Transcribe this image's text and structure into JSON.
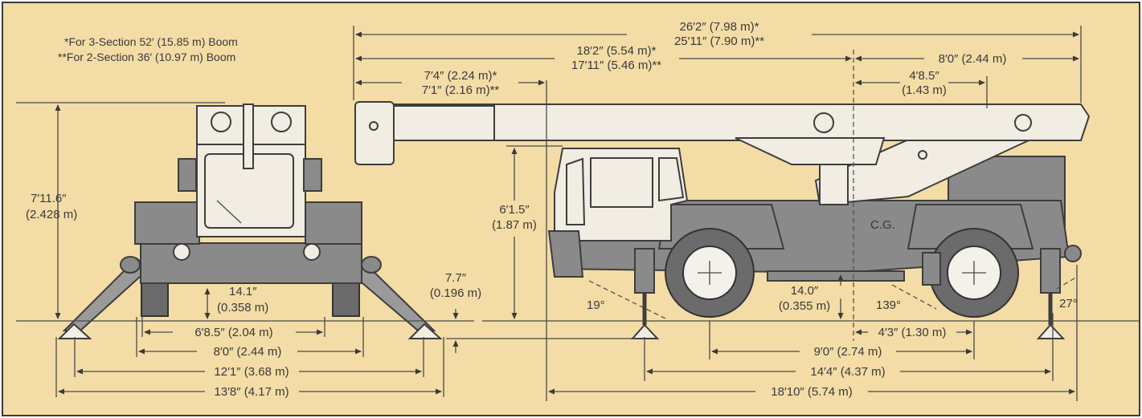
{
  "colors": {
    "background": "#f3dca6",
    "border": "#3a3a3a",
    "ink": "#3a3a3a",
    "machine_dark": "#8a8a8a",
    "machine_light": "#f1ede3"
  },
  "notes": {
    "three_section": "*For 3-Section 52′ (15.85 m) Boom",
    "two_section": "**For 2-Section 36′ (10.97 m) Boom"
  },
  "front_view": {
    "overall_height": {
      "imperial": "7′11.6″",
      "metric": "(2.428 m)"
    },
    "ground_clearance": {
      "imperial": "14.1″",
      "metric": "(0.358 m)"
    },
    "track_inner": "6′8.5″ (2.04 m)",
    "track_outer": "8′0″ (2.44 m)",
    "outrigger_spread": "12′1″ (3.68 m)",
    "outrigger_overall": "13′8″ (4.17 m)"
  },
  "side_view": {
    "overall_length_boom": {
      "line1": "26′2″ (7.98 m)*",
      "line2": "25′11″ (7.90 m)**"
    },
    "boom_pivot_to_tip": {
      "line1": "18′2″ (5.54 m)*",
      "line2": "17′11″ (5.46 m)**"
    },
    "nose_overhang": {
      "line1": "7′4″ (2.24 m)*",
      "line2": "7′1″ (2.16 m)**"
    },
    "rear_overhang": "8′0″ (2.44 m)",
    "cg_to_pivot": {
      "imperial": "4′8.5″",
      "metric": "(1.43 m)"
    },
    "boom_height": {
      "imperial": "6′1.5″",
      "metric": "(1.87 m)"
    },
    "outrigger_lift": {
      "imperial": "7.7″",
      "metric": "(0.196 m)"
    },
    "axle_clearance": {
      "imperial": "14.0″",
      "metric": "(0.355 m)"
    },
    "cg_to_rear_axle": "4′3″ (1.30 m)",
    "wheelbase": "9′0″ (2.74 m)",
    "outrigger_base": "14′4″ (4.37 m)",
    "overall_length": "18′10″ (5.74 m)",
    "cg_label": "C.G.",
    "angle_front": "19°",
    "angle_rear_ramp": "139°",
    "angle_rear": "27°"
  }
}
